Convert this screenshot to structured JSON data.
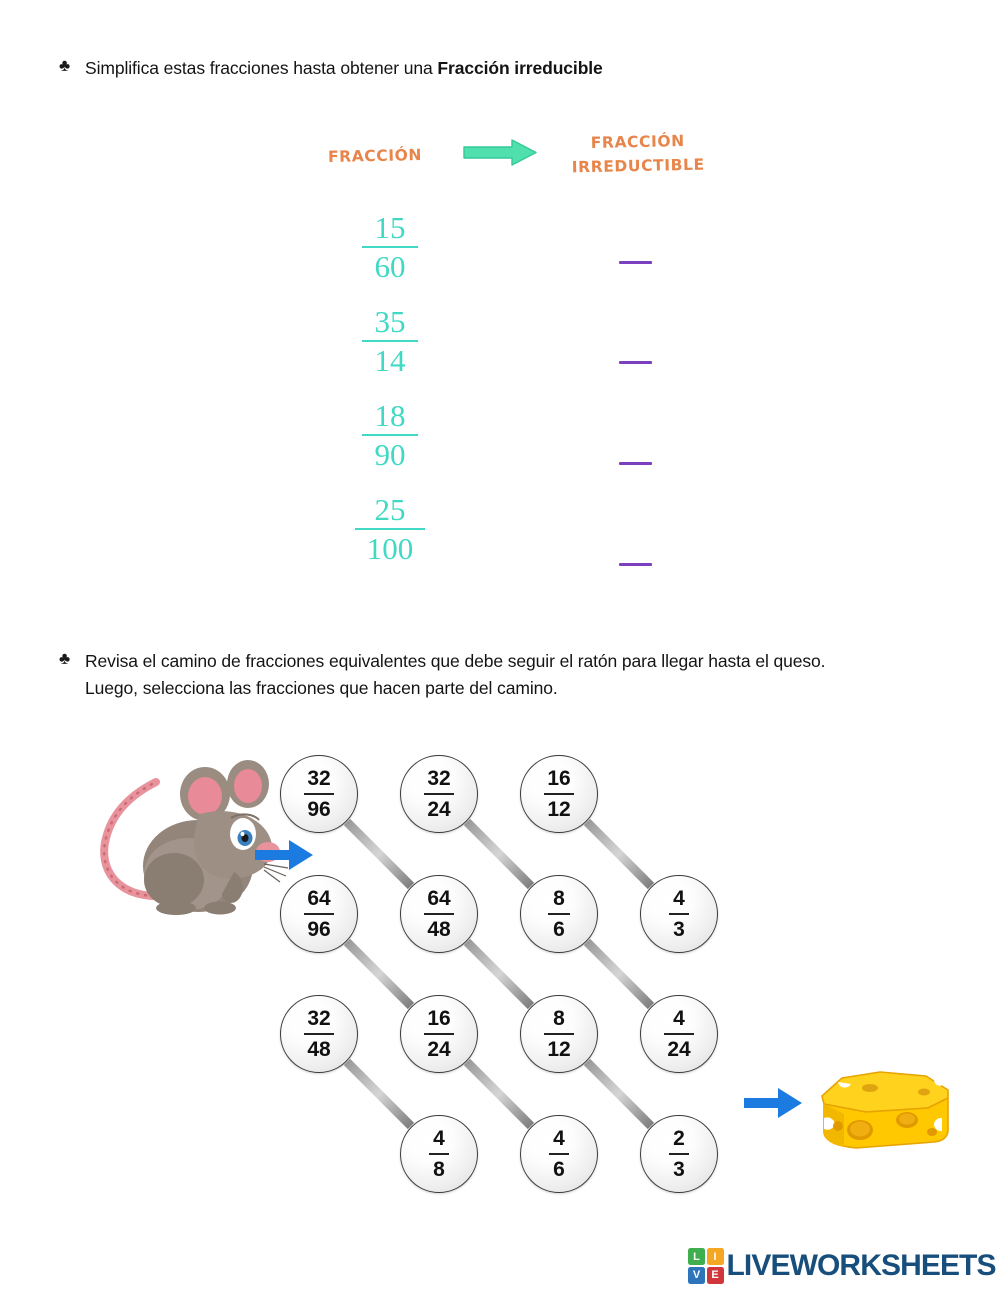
{
  "exercise1": {
    "bullet": "♣",
    "instruction_prefix": "Simplifica estas fracciones hasta obtener una ",
    "instruction_bold": "Fracción irreducible",
    "header_left": "FRACCIÓN",
    "header_right_line1": "FRACCIÓN",
    "header_right_line2": "IRREDUCTIBLE",
    "arrow_icon": "right-arrow-icon",
    "header_color": "#E8854A",
    "arrow_color": "#3FD9A8",
    "fraction_color": "#3FD9C4",
    "answer_bar_color": "#7B3FBF",
    "fractions": [
      {
        "numerator": "15",
        "denominator": "60"
      },
      {
        "numerator": "35",
        "denominator": "14"
      },
      {
        "numerator": "18",
        "denominator": "90"
      },
      {
        "numerator": "25",
        "denominator": "100"
      }
    ],
    "answers": [
      "",
      "",
      "",
      ""
    ]
  },
  "exercise2": {
    "bullet": "♣",
    "instruction_line1": "Revisa el camino de fracciones equivalentes que debe seguir el ratón para llegar hasta el queso.",
    "instruction_line2": "Luego, selecciona las fracciones que hacen parte del camino.",
    "mouse_icon": "mouse-illustration",
    "cheese_icon": "cheese-illustration",
    "start_arrow_icon": "blue-right-arrow-icon",
    "end_arrow_icon": "blue-right-arrow-icon",
    "arrow_color": "#1C7BE0",
    "maze": {
      "rows": [
        {
          "nodes": [
            {
              "numerator": "32",
              "denominator": "96"
            },
            {
              "numerator": "32",
              "denominator": "24"
            },
            {
              "numerator": "16",
              "denominator": "12"
            }
          ]
        },
        {
          "nodes": [
            {
              "numerator": "64",
              "denominator": "96"
            },
            {
              "numerator": "64",
              "denominator": "48"
            },
            {
              "numerator": "8",
              "denominator": "6"
            },
            {
              "numerator": "4",
              "denominator": "3"
            }
          ]
        },
        {
          "nodes": [
            {
              "numerator": "32",
              "denominator": "48"
            },
            {
              "numerator": "16",
              "denominator": "24"
            },
            {
              "numerator": "8",
              "denominator": "12"
            },
            {
              "numerator": "4",
              "denominator": "24"
            }
          ]
        },
        {
          "nodes": [
            {
              "numerator": "4",
              "denominator": "8"
            },
            {
              "numerator": "4",
              "denominator": "6"
            },
            {
              "numerator": "2",
              "denominator": "3"
            }
          ]
        }
      ]
    }
  },
  "footer": {
    "logo_tiles": [
      {
        "letter": "L",
        "color": "#3EAE4E"
      },
      {
        "letter": "I",
        "color": "#F5A623"
      },
      {
        "letter": "V",
        "color": "#2D74BB"
      },
      {
        "letter": "E",
        "color": "#D0363B"
      }
    ],
    "logo_text": "LIVEWORKSHEETS",
    "logo_text_color": "#174E7C"
  }
}
